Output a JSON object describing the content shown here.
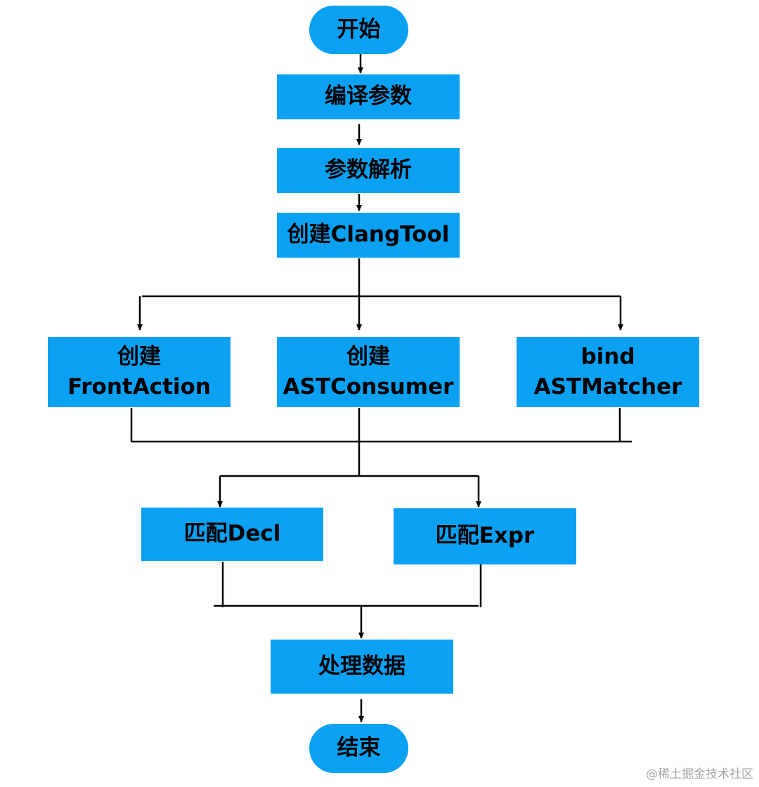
{
  "colors": {
    "node_fill": "#0aa1f2",
    "edge": "#000000",
    "text": "#000000"
  },
  "nodes": {
    "start": {
      "label": "开始"
    },
    "compile_args": {
      "label": "编译参数"
    },
    "parse_args": {
      "label": "参数解析"
    },
    "create_clangtool": {
      "label": "创建ClangTool"
    },
    "create_frontaction": {
      "line1": "创建",
      "line2": "FrontAction"
    },
    "create_astconsumer": {
      "line1": "创建",
      "line2": "ASTConsumer"
    },
    "bind_astmatcher": {
      "line1": "bind",
      "line2": "ASTMatcher"
    },
    "match_decl": {
      "label": "匹配Decl"
    },
    "match_expr": {
      "label": "匹配Expr"
    },
    "process_data": {
      "label": "处理数据"
    },
    "end": {
      "label": "结束"
    }
  },
  "watermark": "@稀土掘金技术社区"
}
